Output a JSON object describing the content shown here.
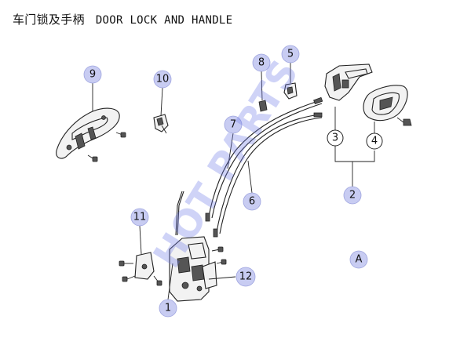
{
  "header": {
    "title_cn": "车门锁及手柄",
    "title_en": "DOOR LOCK AND HANDLE"
  },
  "watermark": "HOT PARTS",
  "view_label": "A",
  "callouts": [
    {
      "id": "1",
      "label": "1",
      "style": "bubble"
    },
    {
      "id": "2",
      "label": "2",
      "style": "bubble"
    },
    {
      "id": "3",
      "label": "3",
      "style": "plain"
    },
    {
      "id": "4",
      "label": "4",
      "style": "plain"
    },
    {
      "id": "5",
      "label": "5",
      "style": "bubble"
    },
    {
      "id": "6",
      "label": "6",
      "style": "bubble"
    },
    {
      "id": "7",
      "label": "7",
      "style": "bubble"
    },
    {
      "id": "8",
      "label": "8",
      "style": "bubble"
    },
    {
      "id": "9",
      "label": "9",
      "style": "bubble"
    },
    {
      "id": "10",
      "label": "10",
      "style": "bubble"
    },
    {
      "id": "11",
      "label": "11",
      "style": "bubble"
    },
    {
      "id": "12",
      "label": "12",
      "style": "bubble"
    }
  ],
  "colors": {
    "callout_fill": "#c8ccf2",
    "watermark": "#6e78e6"
  }
}
